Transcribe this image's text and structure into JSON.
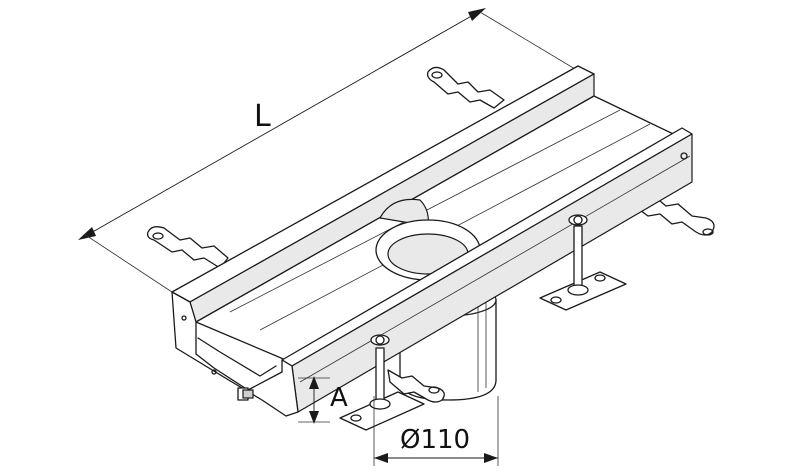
{
  "diagram": {
    "labels": {
      "length": "L",
      "height": "A",
      "diameter": "Ø110"
    }
  }
}
